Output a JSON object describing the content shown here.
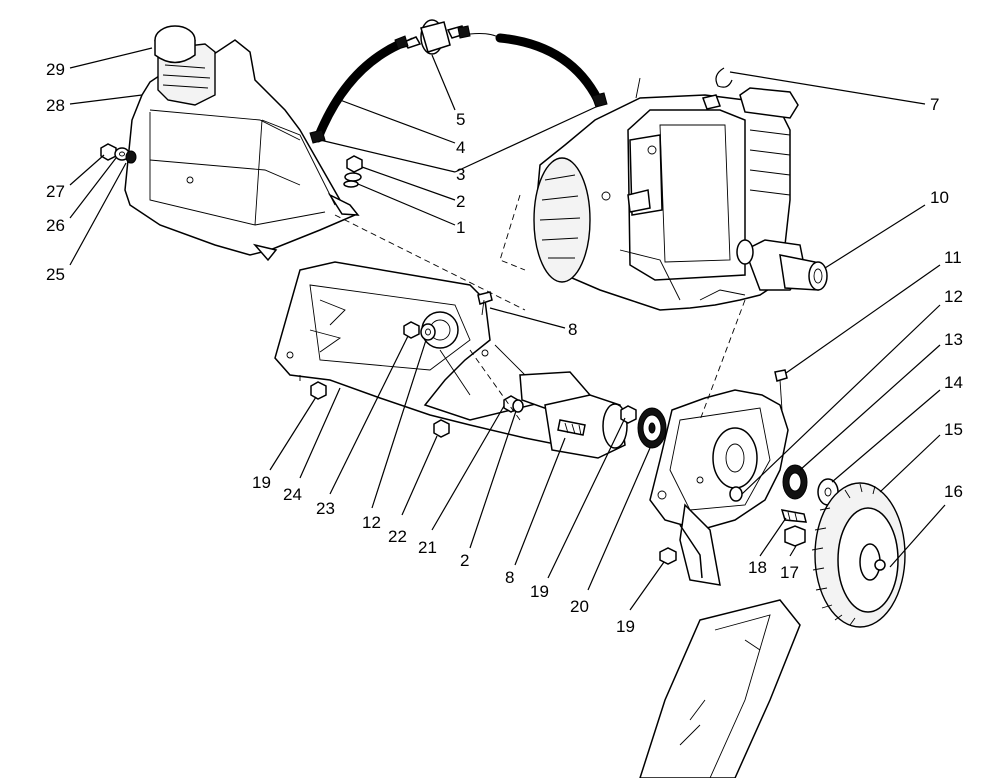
{
  "callouts": [
    {
      "id": "c29",
      "label": "29"
    },
    {
      "id": "c28",
      "label": "28"
    },
    {
      "id": "c27",
      "label": "27"
    },
    {
      "id": "c26",
      "label": "26"
    },
    {
      "id": "c25",
      "label": "25"
    },
    {
      "id": "c5",
      "label": "5"
    },
    {
      "id": "c4",
      "label": "4"
    },
    {
      "id": "c3",
      "label": "3"
    },
    {
      "id": "c2a",
      "label": "2"
    },
    {
      "id": "c1",
      "label": "1"
    },
    {
      "id": "c7",
      "label": "7"
    },
    {
      "id": "c10",
      "label": "10"
    },
    {
      "id": "c11",
      "label": "11"
    },
    {
      "id": "c12a",
      "label": "12"
    },
    {
      "id": "c13",
      "label": "13"
    },
    {
      "id": "c14",
      "label": "14"
    },
    {
      "id": "c15",
      "label": "15"
    },
    {
      "id": "c16",
      "label": "16"
    },
    {
      "id": "c8a",
      "label": "8"
    },
    {
      "id": "c19a",
      "label": "19"
    },
    {
      "id": "c24",
      "label": "24"
    },
    {
      "id": "c23",
      "label": "23"
    },
    {
      "id": "c12b",
      "label": "12"
    },
    {
      "id": "c22",
      "label": "22"
    },
    {
      "id": "c21",
      "label": "21"
    },
    {
      "id": "c2b",
      "label": "2"
    },
    {
      "id": "c8b",
      "label": "8"
    },
    {
      "id": "c19b",
      "label": "19"
    },
    {
      "id": "c20",
      "label": "20"
    },
    {
      "id": "c18",
      "label": "18"
    },
    {
      "id": "c17",
      "label": "17"
    },
    {
      "id": "c19c",
      "label": "19"
    }
  ]
}
